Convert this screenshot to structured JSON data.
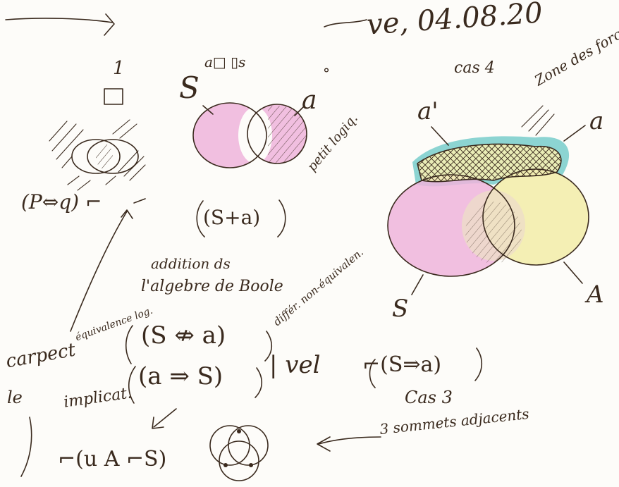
{
  "header": {
    "date": "ve, 04.08.20"
  },
  "labels": {
    "top_mark": "1",
    "s_label": "S",
    "a_label": "a",
    "s_superscript": "a□ ▯s",
    "a_superscript": "°",
    "p_iff_q": "(P⇔q) ⌐",
    "s_plus_a": "(S+a)",
    "petit_logique": "petit logiq.",
    "cas4": "cas 4",
    "zone": "Zone des force",
    "a_prime": "a'",
    "a_right": "a",
    "big_a": "A",
    "big_s": "S",
    "addition": "addition ds",
    "algebre": "l'algebre de Boole",
    "equivalence_note": "équivalence log.",
    "s_not_iff_a": "(S ⇎ a)",
    "diff_note": "différ. non-équivalen.",
    "a_implies_s": "(a ⇒ S)",
    "vel": "| vel",
    "not_s_implies_a": "⌐(S⇒a)",
    "carpect": "carpect",
    "le": "le",
    "implication": "implicat.",
    "cas3": "Cas 3",
    "sommets": "3 sommets adjacents",
    "not_u_a_not_s": "⌐(u A ⌐S)"
  },
  "colors": {
    "ink": "#3a2a1e",
    "pink": "#efb4dc",
    "yellow": "#f4efb4",
    "teal": "#2fb3b3",
    "paper": "#fdfcf9"
  }
}
